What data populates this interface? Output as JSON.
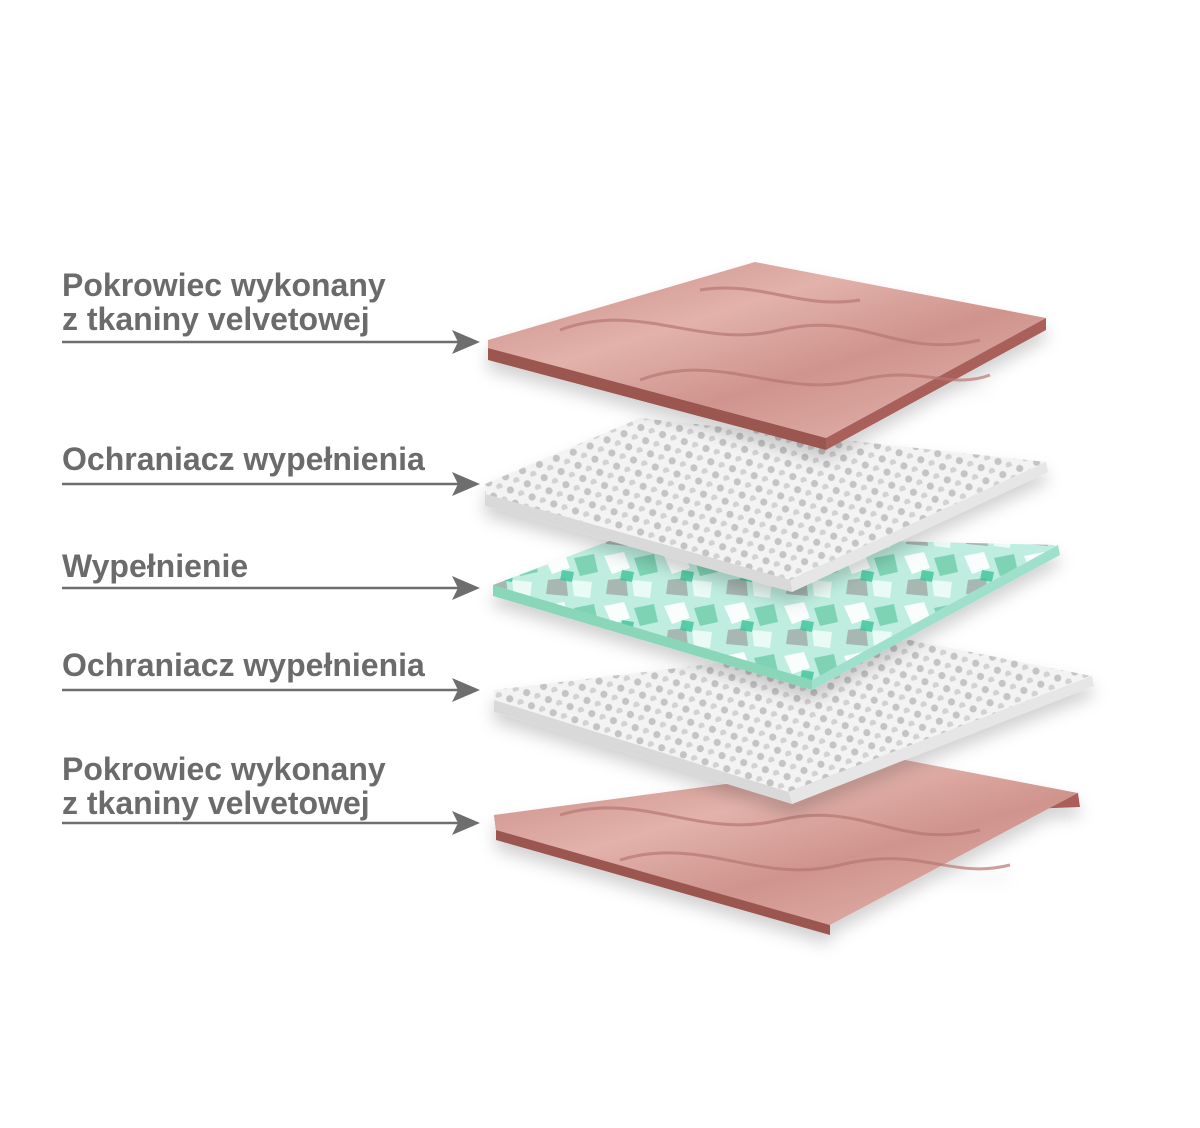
{
  "layers": [
    {
      "lines": [
        "Pokrowiec wykonany",
        "z tkaniny velvetowej"
      ],
      "material": "velvet-cover"
    },
    {
      "lines": [
        "Ochraniacz wypełnienia"
      ],
      "material": "filling-protector"
    },
    {
      "lines": [
        "Wypełnienie"
      ],
      "material": "foam-filling"
    },
    {
      "lines": [
        "Ochraniacz wypełnienia"
      ],
      "material": "filling-protector"
    },
    {
      "lines": [
        "Pokrowiec wykonany",
        "z tkaniny velvetowej"
      ],
      "material": "velvet-cover"
    }
  ],
  "colors": {
    "label_text": "#6b6b6b",
    "arrow": "#6e6e6e",
    "velvet_light": "#d9a29b",
    "velvet_dark": "#8a4a44",
    "protector": "#f1f1f1",
    "protector_dots": "#bdbdbd",
    "foam": "#9fe0cc",
    "foam_edge": "#8ad6b8"
  }
}
